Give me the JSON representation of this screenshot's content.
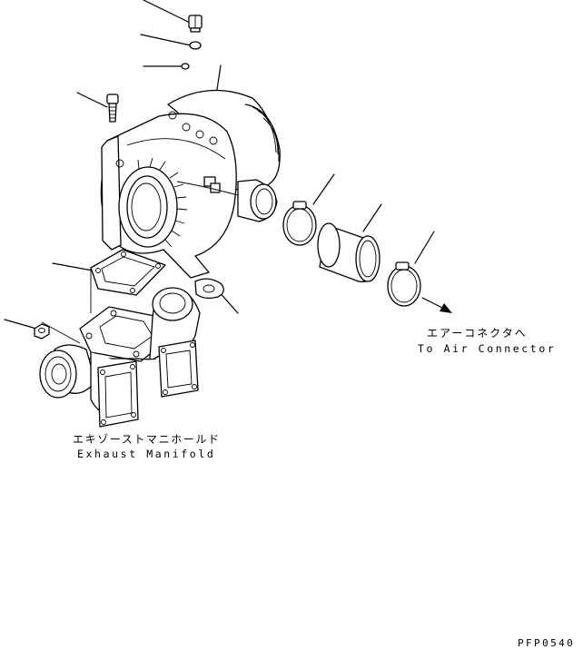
{
  "labels": {
    "air_connector_jp": "エアーコネクタへ",
    "air_connector_en": "To Air Connector",
    "exhaust_manifold_jp": "エキゾーストマニホールド",
    "exhaust_manifold_en": "Exhaust Manifold",
    "drawing_code": "PFP0540"
  }
}
